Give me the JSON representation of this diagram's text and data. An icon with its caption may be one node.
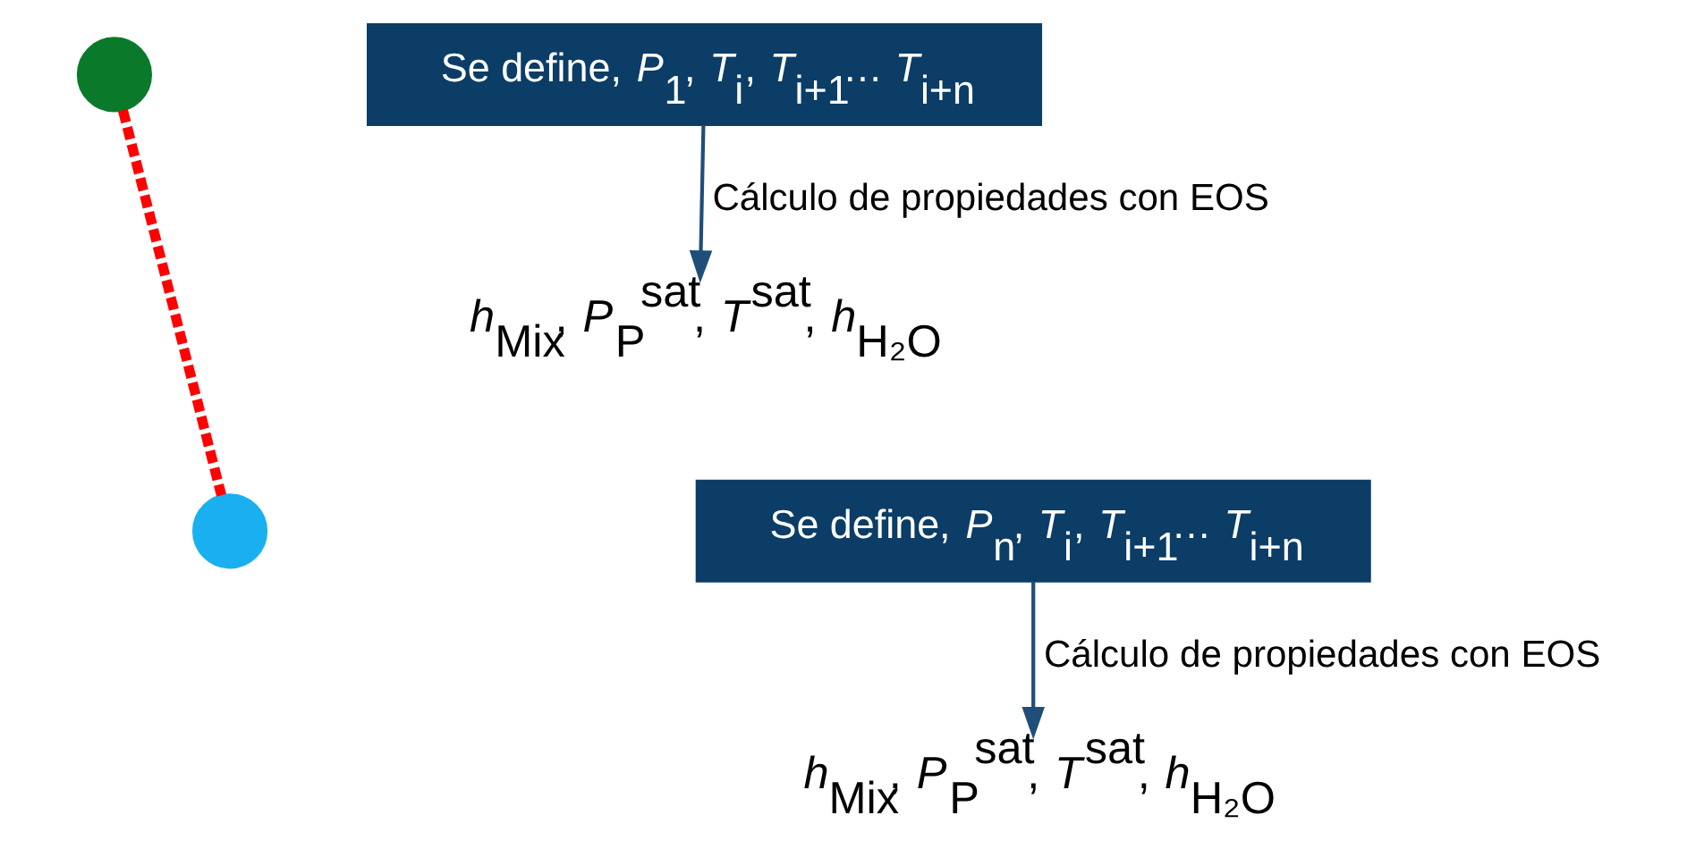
{
  "diagram": {
    "nodes": [
      {
        "text": [],
        "shape": "circle"
      },
      {
        "text": [
          "Se define, *P*$_{1}$, *T*$_{i}$, *T*$_{i+1}$… *T*$_{i+n}$"
        ]
      },
      {
        "text": [
          "*h*$_{Mix}$, *P*$_{P}$$^{sat}$, *T*$^{sat}$, *h*$_{H₂O}$"
        ]
      },
      {
        "text": [],
        "shape": "circle"
      },
      {
        "text": [
          "Se define, *P*$_{n}$, *T*$_{i}$, *T*$_{i+1}$… *T*$_{i+n}$"
        ]
      },
      {
        "text": [
          "*h*$_{Mix}$, *P*$_{P}$$^{sat}$, *T*$^{sat}$, *h*$_{H₂O}$"
        ]
      }
    ],
    "edges": [
      {
        "from": 0,
        "to": 3,
        "arrow": "none",
        "style": "dashed",
        "color": "#ff0000"
      },
      {
        "from": 1,
        "to": 2,
        "arrow": "to",
        "label": "Cálculo de propiedades con EOS"
      },
      {
        "from": 4,
        "to": 5,
        "arrow": "to",
        "label": "Cálculo de propiedades con EOS"
      }
    ]
  }
}
